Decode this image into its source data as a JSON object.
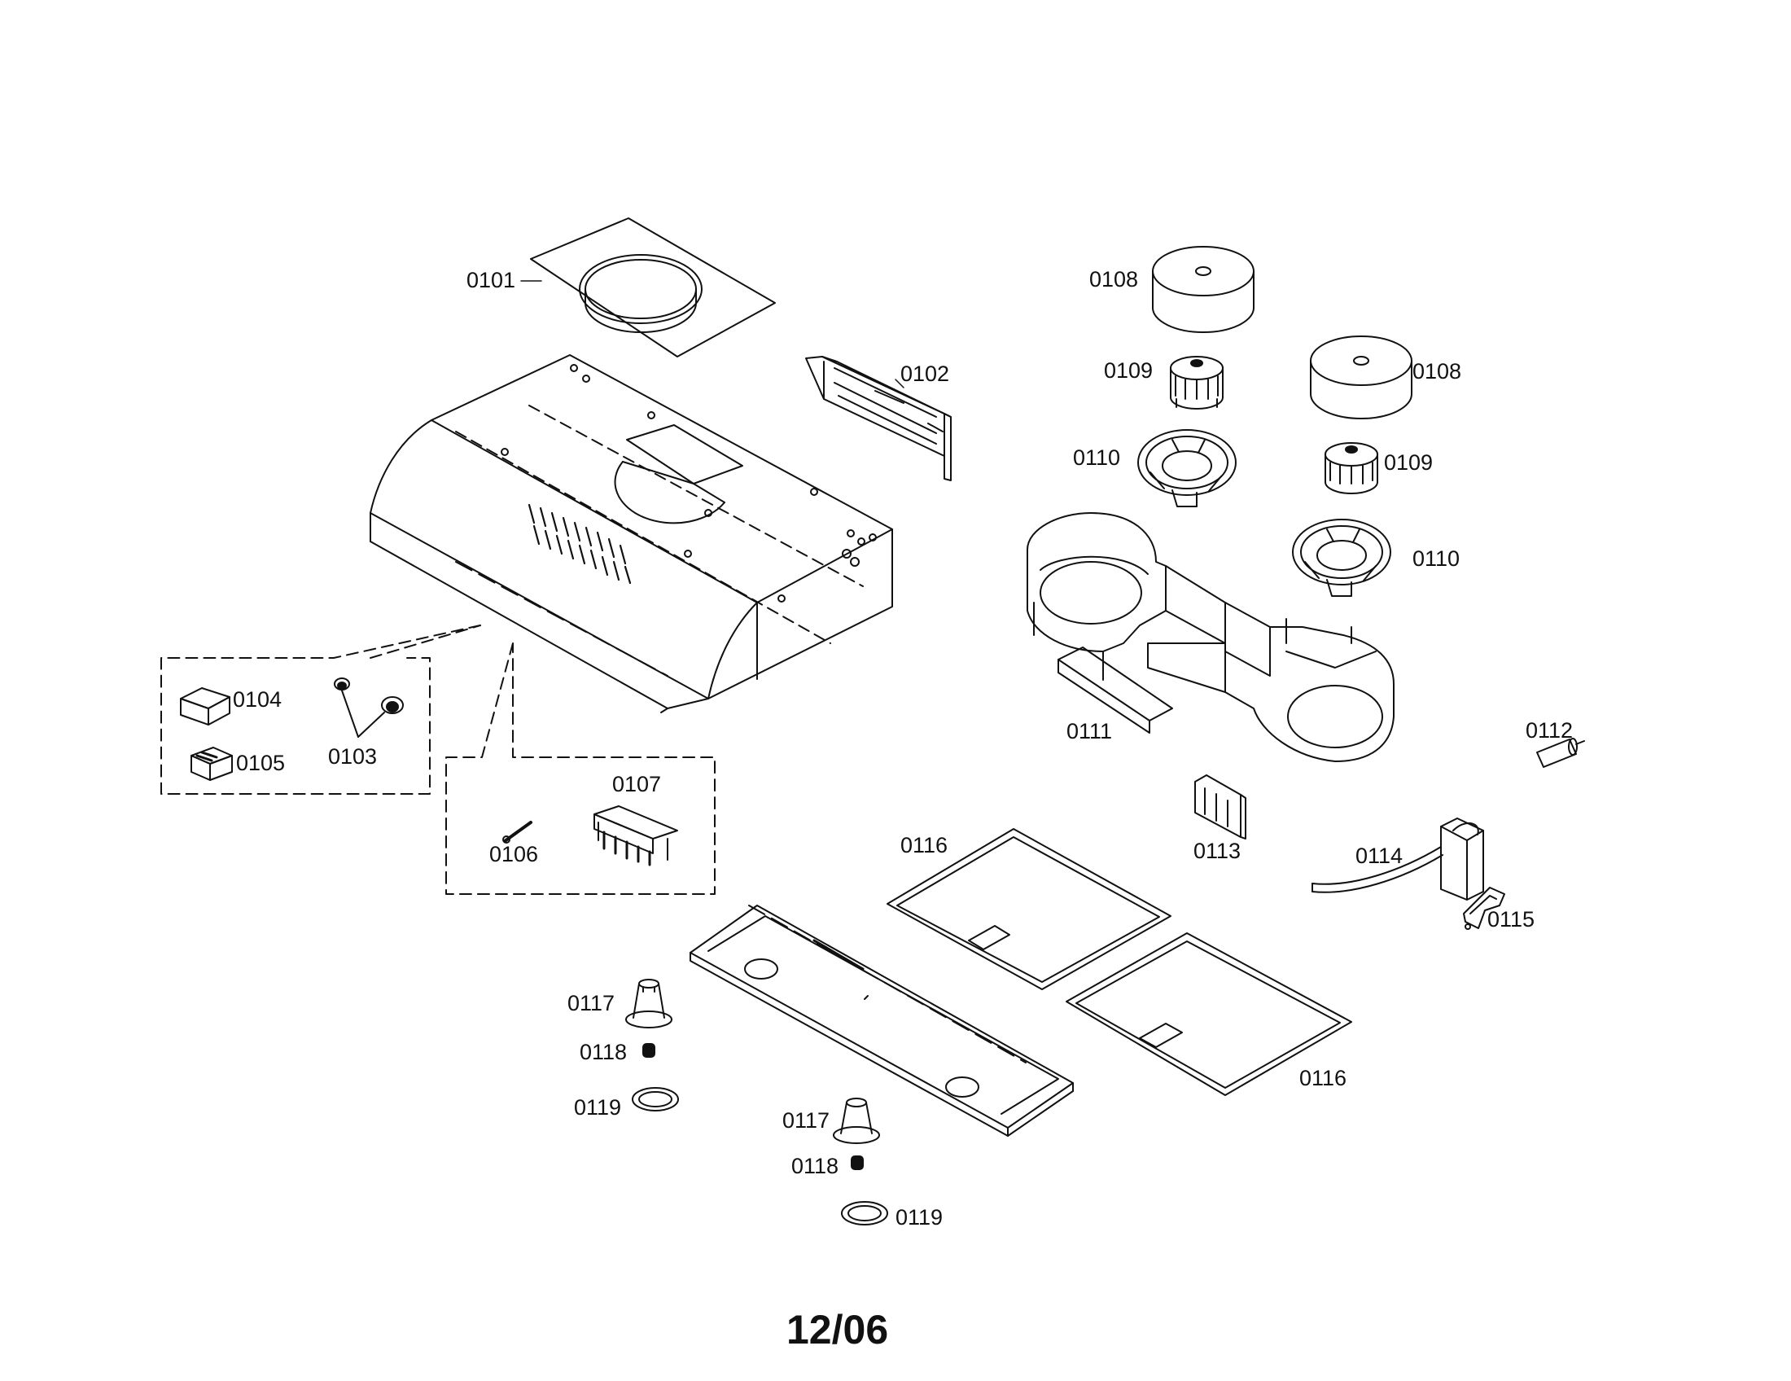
{
  "diagram": {
    "callouts": [
      {
        "id": "p0101",
        "label": "0101"
      },
      {
        "id": "p0102",
        "label": "0102"
      },
      {
        "id": "p0103",
        "label": "0103"
      },
      {
        "id": "p0104",
        "label": "0104"
      },
      {
        "id": "p0105",
        "label": "0105"
      },
      {
        "id": "p0106",
        "label": "0106"
      },
      {
        "id": "p0107",
        "label": "0107"
      },
      {
        "id": "p0108a",
        "label": "0108"
      },
      {
        "id": "p0108b",
        "label": "0108"
      },
      {
        "id": "p0109a",
        "label": "0109"
      },
      {
        "id": "p0109b",
        "label": "0109"
      },
      {
        "id": "p0110a",
        "label": "0110"
      },
      {
        "id": "p0110b",
        "label": "0110"
      },
      {
        "id": "p0111",
        "label": "0111"
      },
      {
        "id": "p0112",
        "label": "0112"
      },
      {
        "id": "p0113",
        "label": "0113"
      },
      {
        "id": "p0114",
        "label": "0114"
      },
      {
        "id": "p0115",
        "label": "0115"
      },
      {
        "id": "p0116a",
        "label": "0116"
      },
      {
        "id": "p0116b",
        "label": "0116"
      },
      {
        "id": "p0117a",
        "label": "0117"
      },
      {
        "id": "p0117b",
        "label": "0117"
      },
      {
        "id": "p0118a",
        "label": "0118"
      },
      {
        "id": "p0118b",
        "label": "0118"
      },
      {
        "id": "p0119a",
        "label": "0119"
      },
      {
        "id": "p0119b",
        "label": "0119"
      }
    ],
    "revision_date": "12/06",
    "line_color": "#111111"
  }
}
